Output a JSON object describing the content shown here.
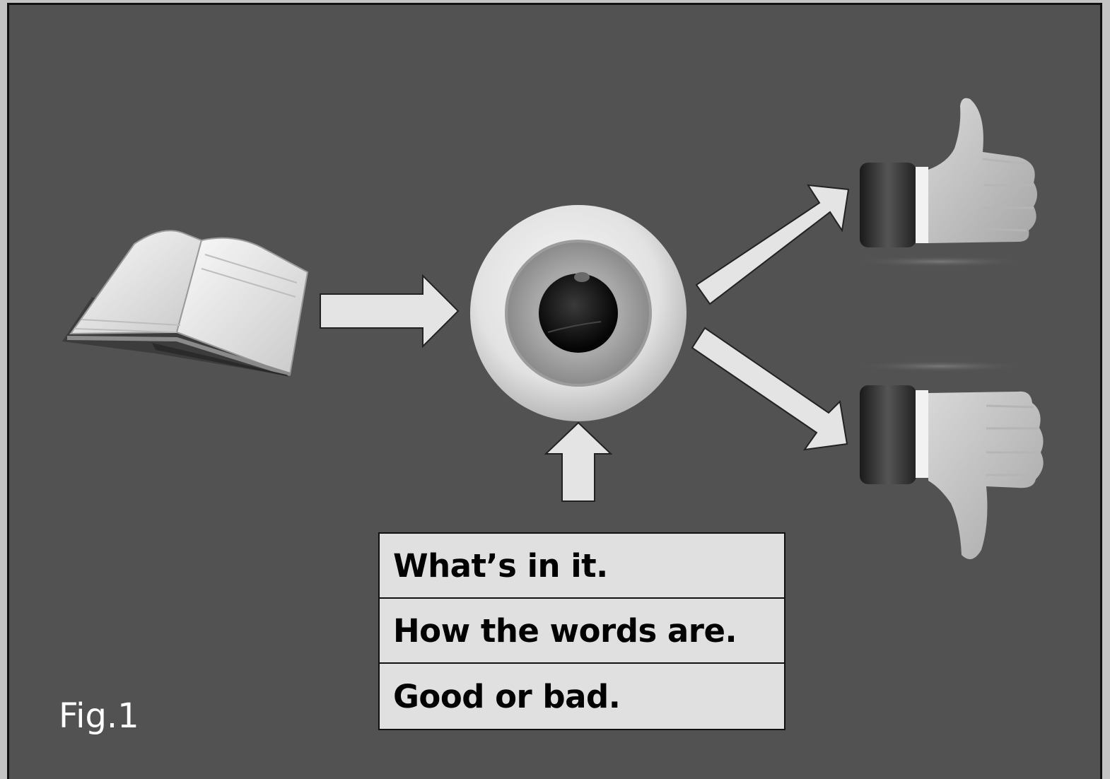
{
  "figure": {
    "label": "Fig.1"
  },
  "criteria": [
    {
      "text": "What’s in it."
    },
    {
      "text": "How the words are."
    },
    {
      "text": "Good or bad."
    }
  ],
  "icons": {
    "source": "open-book-icon",
    "reader": "eyeball-icon",
    "positive": "thumbs-up-icon",
    "negative": "thumbs-down-icon"
  },
  "colors": {
    "background": "#525252",
    "arrow_fill": "#e4e4e4",
    "table_fill": "#e0e0e0",
    "label_text": "#ffffff"
  }
}
